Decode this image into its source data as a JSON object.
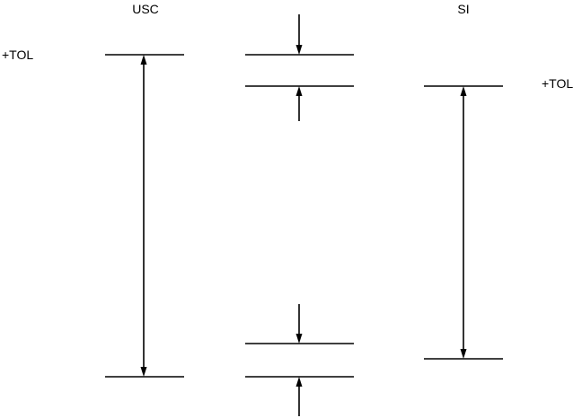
{
  "labels": {
    "usc": "USC",
    "si": "SI",
    "tol_left": "+TOL",
    "tol_right": "+TOL"
  },
  "colors": {
    "ink": "#000000",
    "background": "#ffffff"
  }
}
